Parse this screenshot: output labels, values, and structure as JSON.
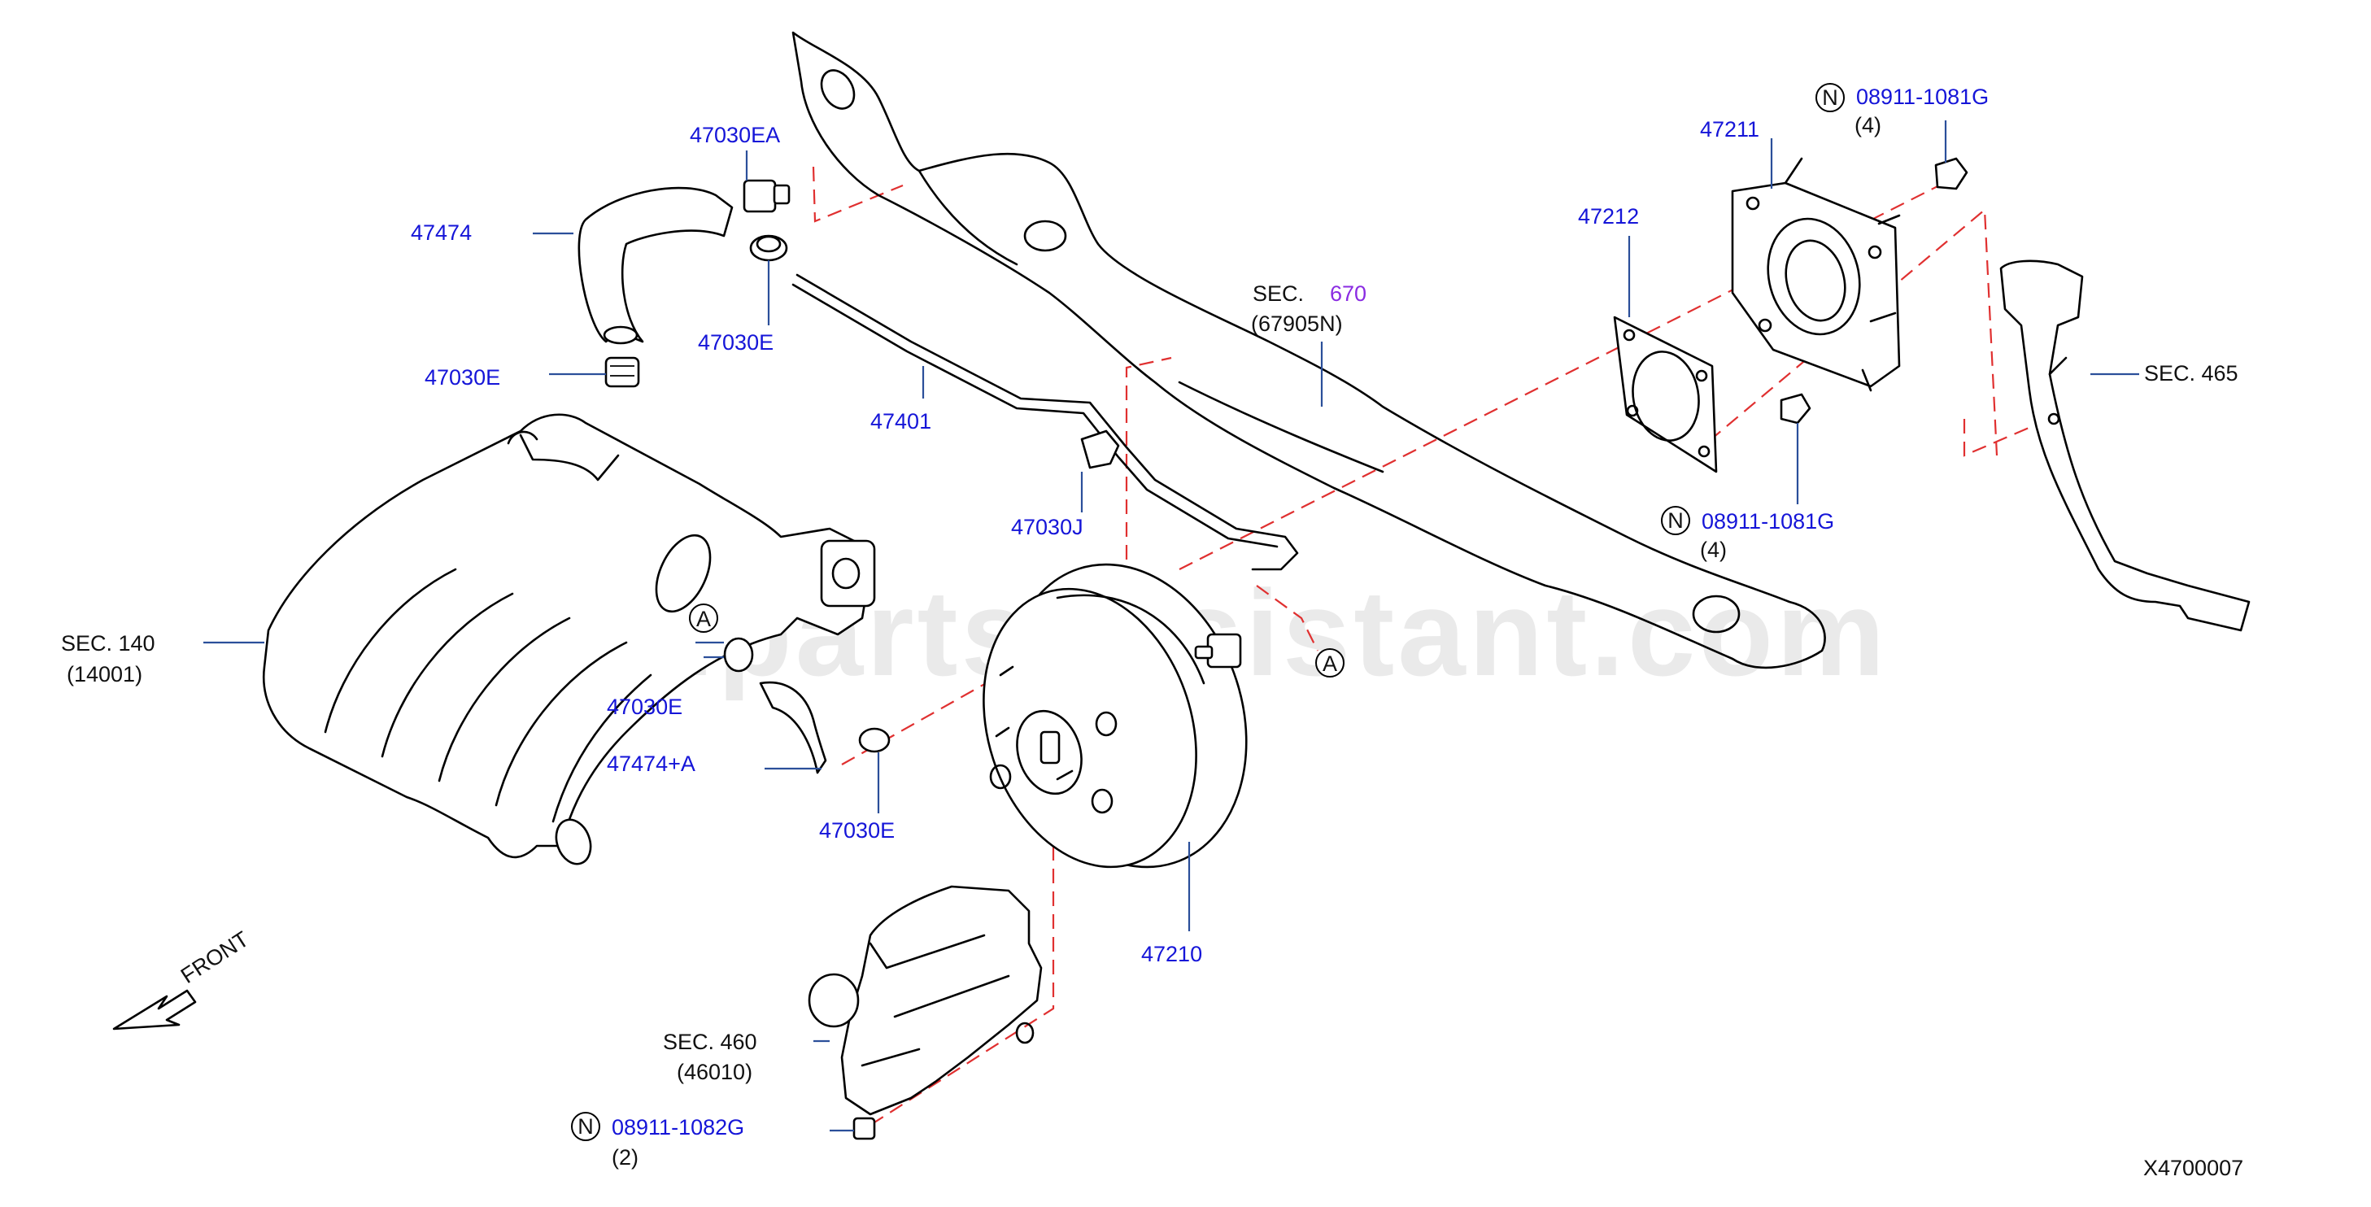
{
  "watermark": "www.partsassistant.com",
  "diagram_code": "X4700007",
  "front_label": "FRONT",
  "connector_letter": "A",
  "nut_symbol": "N",
  "labels": {
    "p47030EA": "47030EA",
    "p47474": "47474",
    "p47030E_top_left": "47030E",
    "p47030E_top_right": "47030E",
    "p47401": "47401",
    "p47030J": "47030J",
    "sec140": "SEC.   140",
    "sec140_sub": "(14001)",
    "p47030E_mid": "47030E",
    "p47474A": "47474+A",
    "p47030E_low": "47030E",
    "p47210": "47210",
    "sec460": "SEC.   460",
    "sec460_sub": "(46010)",
    "nut_low_part": "08911-1082G",
    "nut_low_qty": "(2)",
    "sec670_prefix": "SEC.",
    "sec670_num": "670",
    "sec670_sub": "(67905N)",
    "p47212": "47212",
    "p47211": "47211",
    "nut_top_part": "08911-1081G",
    "nut_top_qty": "(4)",
    "nut_mid_part": "08911-1081G",
    "nut_mid_qty": "(4)",
    "sec465": "SEC.   465"
  },
  "colors": {
    "part_number": "#1515d8",
    "section_number": "#8a2be2",
    "leader": "#2b4f9a",
    "phantom_line": "#e03030"
  }
}
